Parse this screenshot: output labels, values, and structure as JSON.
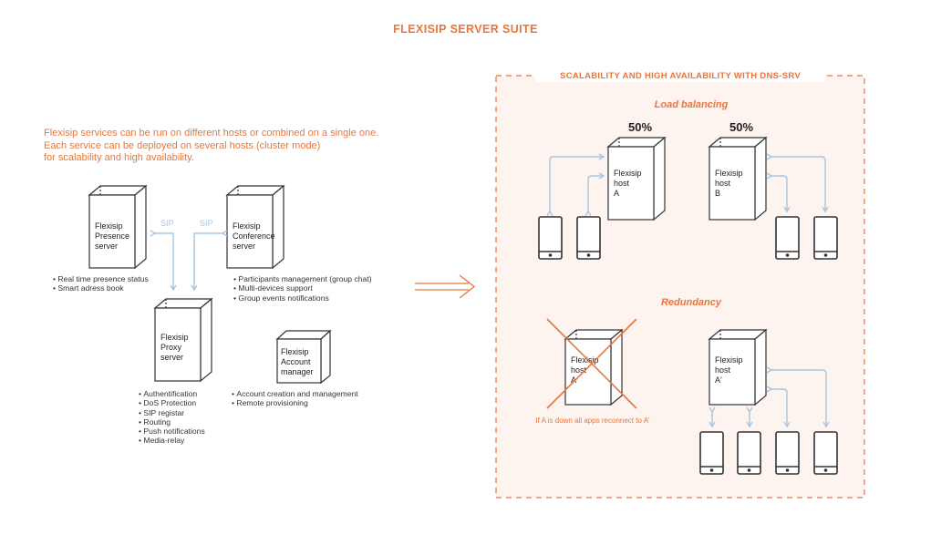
{
  "title": "FLEXISIP SERVER SUITE",
  "intro": {
    "lines": [
      "Flexisip services can be run on different hosts or combined on a single one.",
      "Each service can be deployed on several hosts (cluster mode)",
      "for scalability and high availability."
    ]
  },
  "servers": {
    "presence": {
      "lines": [
        "Flexisip",
        "Presence",
        "server"
      ],
      "bullets": [
        "Real time presence status",
        "Smart adress book"
      ]
    },
    "conference": {
      "lines": [
        "Flexisip",
        "Conference",
        "server"
      ],
      "bullets": [
        "Participants management (group chat)",
        "Multi-devices support",
        "Group events notifications"
      ]
    },
    "proxy": {
      "lines": [
        "Flexisip",
        "Proxy",
        "server"
      ],
      "bullets": [
        "Authentification",
        "DoS Protection",
        "SIP registar",
        "Routing",
        "Push notifications",
        "Media-relay"
      ]
    },
    "account": {
      "lines": [
        "Flexisip",
        "Account",
        "manager"
      ],
      "bullets": [
        "Account creation and management",
        "Remote provisioning"
      ]
    }
  },
  "sip_labels": [
    "SIP",
    "SIP"
  ],
  "scalability": {
    "title": "SCALABILITY AND HIGH AVAILABILITY WITH DNS-SRV",
    "load_balancing": {
      "label": "Load balancing",
      "host_a": {
        "lines": [
          "Flexisip",
          "host",
          "A"
        ],
        "share": "50%"
      },
      "host_b": {
        "lines": [
          "Flexisip",
          "host",
          "B"
        ],
        "share": "50%"
      }
    },
    "redundancy": {
      "label": "Redundancy",
      "host_a": {
        "lines": [
          "Flexisip",
          "host",
          "A"
        ]
      },
      "host_a_prime": {
        "lines": [
          "Flexisip",
          "host",
          "A'"
        ]
      },
      "note": "If A is down all apps reconnect to A'"
    }
  },
  "colors": {
    "accent": "#e8763c",
    "arrow": "#a9c5e0",
    "stroke": "#333333",
    "panel_bg": "#fdf3ef"
  }
}
